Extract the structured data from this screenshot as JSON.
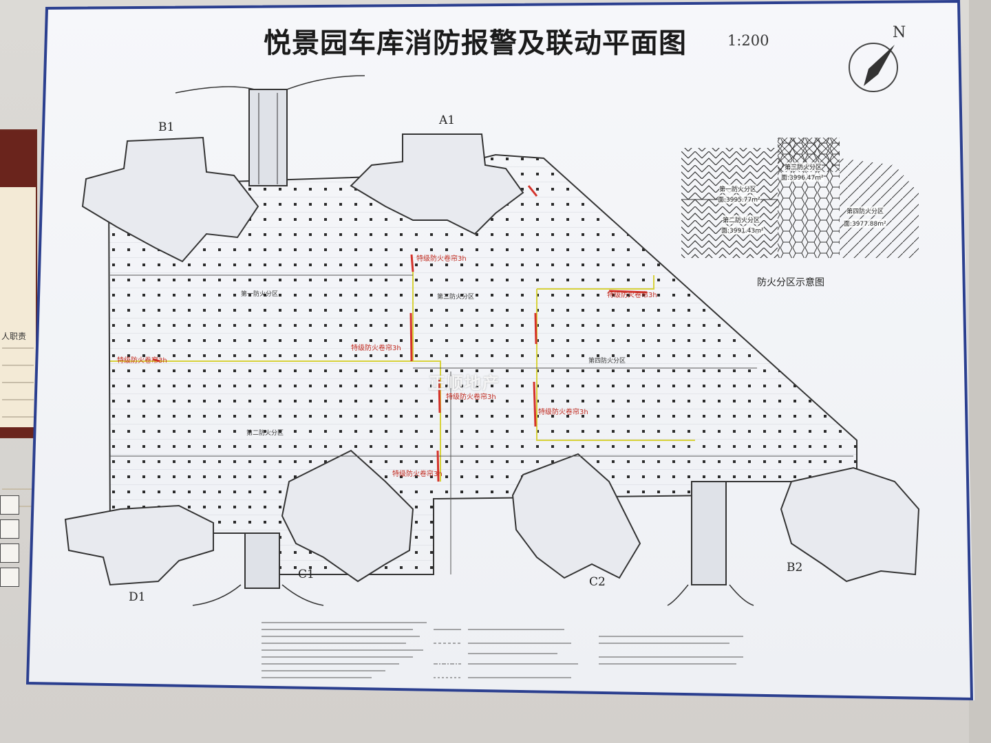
{
  "title": "悦景园车库消防报警及联动平面图",
  "scale": "1:200",
  "north": "N",
  "blocks": {
    "b1": "B1",
    "a1": "A1",
    "c1": "C1",
    "c2": "C2",
    "b2": "B2",
    "d1": "D1"
  },
  "zone_diagram": {
    "title": "防火分区示意图",
    "zones": [
      {
        "name": "第一防火分区",
        "area": "面:3995.77m²"
      },
      {
        "name": "第二防火分区",
        "area": "面:3991.43m²"
      },
      {
        "name": "第三防火分区",
        "area": "面:3996.47m²"
      },
      {
        "name": "第四防火分区",
        "area": "面:3977.88m²"
      }
    ]
  },
  "plan_labels": {
    "zone1": "第一防火分区",
    "zone2": "第二防火分区",
    "zone3": "第三防火分区",
    "zone4": "第四防火分区"
  },
  "shutters": [
    "特级防火卷帘3h",
    "特级防火卷帘3h",
    "特级防火卷帘3h",
    "特级防火卷帘3h",
    "特级防火卷帘3h",
    "特级防火卷帘3h",
    "特级防火卷帘3h"
  ],
  "left_board": {
    "heading": "人职责"
  },
  "watermark": "正顺地产",
  "colors": {
    "board": "#eef0f4",
    "frame_blue": "#2b3f8f",
    "plan_line": "#3a3a3a",
    "zone_boundary": "#d8d23a",
    "shutter_red": "#d4322a",
    "left_board_brown": "#6a241c"
  }
}
